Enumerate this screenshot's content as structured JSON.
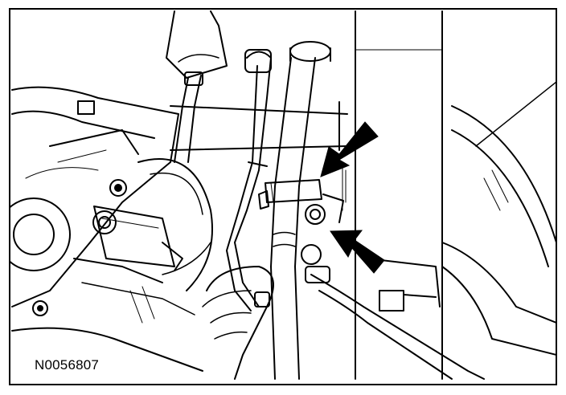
{
  "figure": {
    "reference_code": "N0056807",
    "colors": {
      "line": "#000000",
      "background": "#ffffff"
    },
    "callouts": [
      "arrow-pointer",
      "arrow-pointer"
    ]
  }
}
